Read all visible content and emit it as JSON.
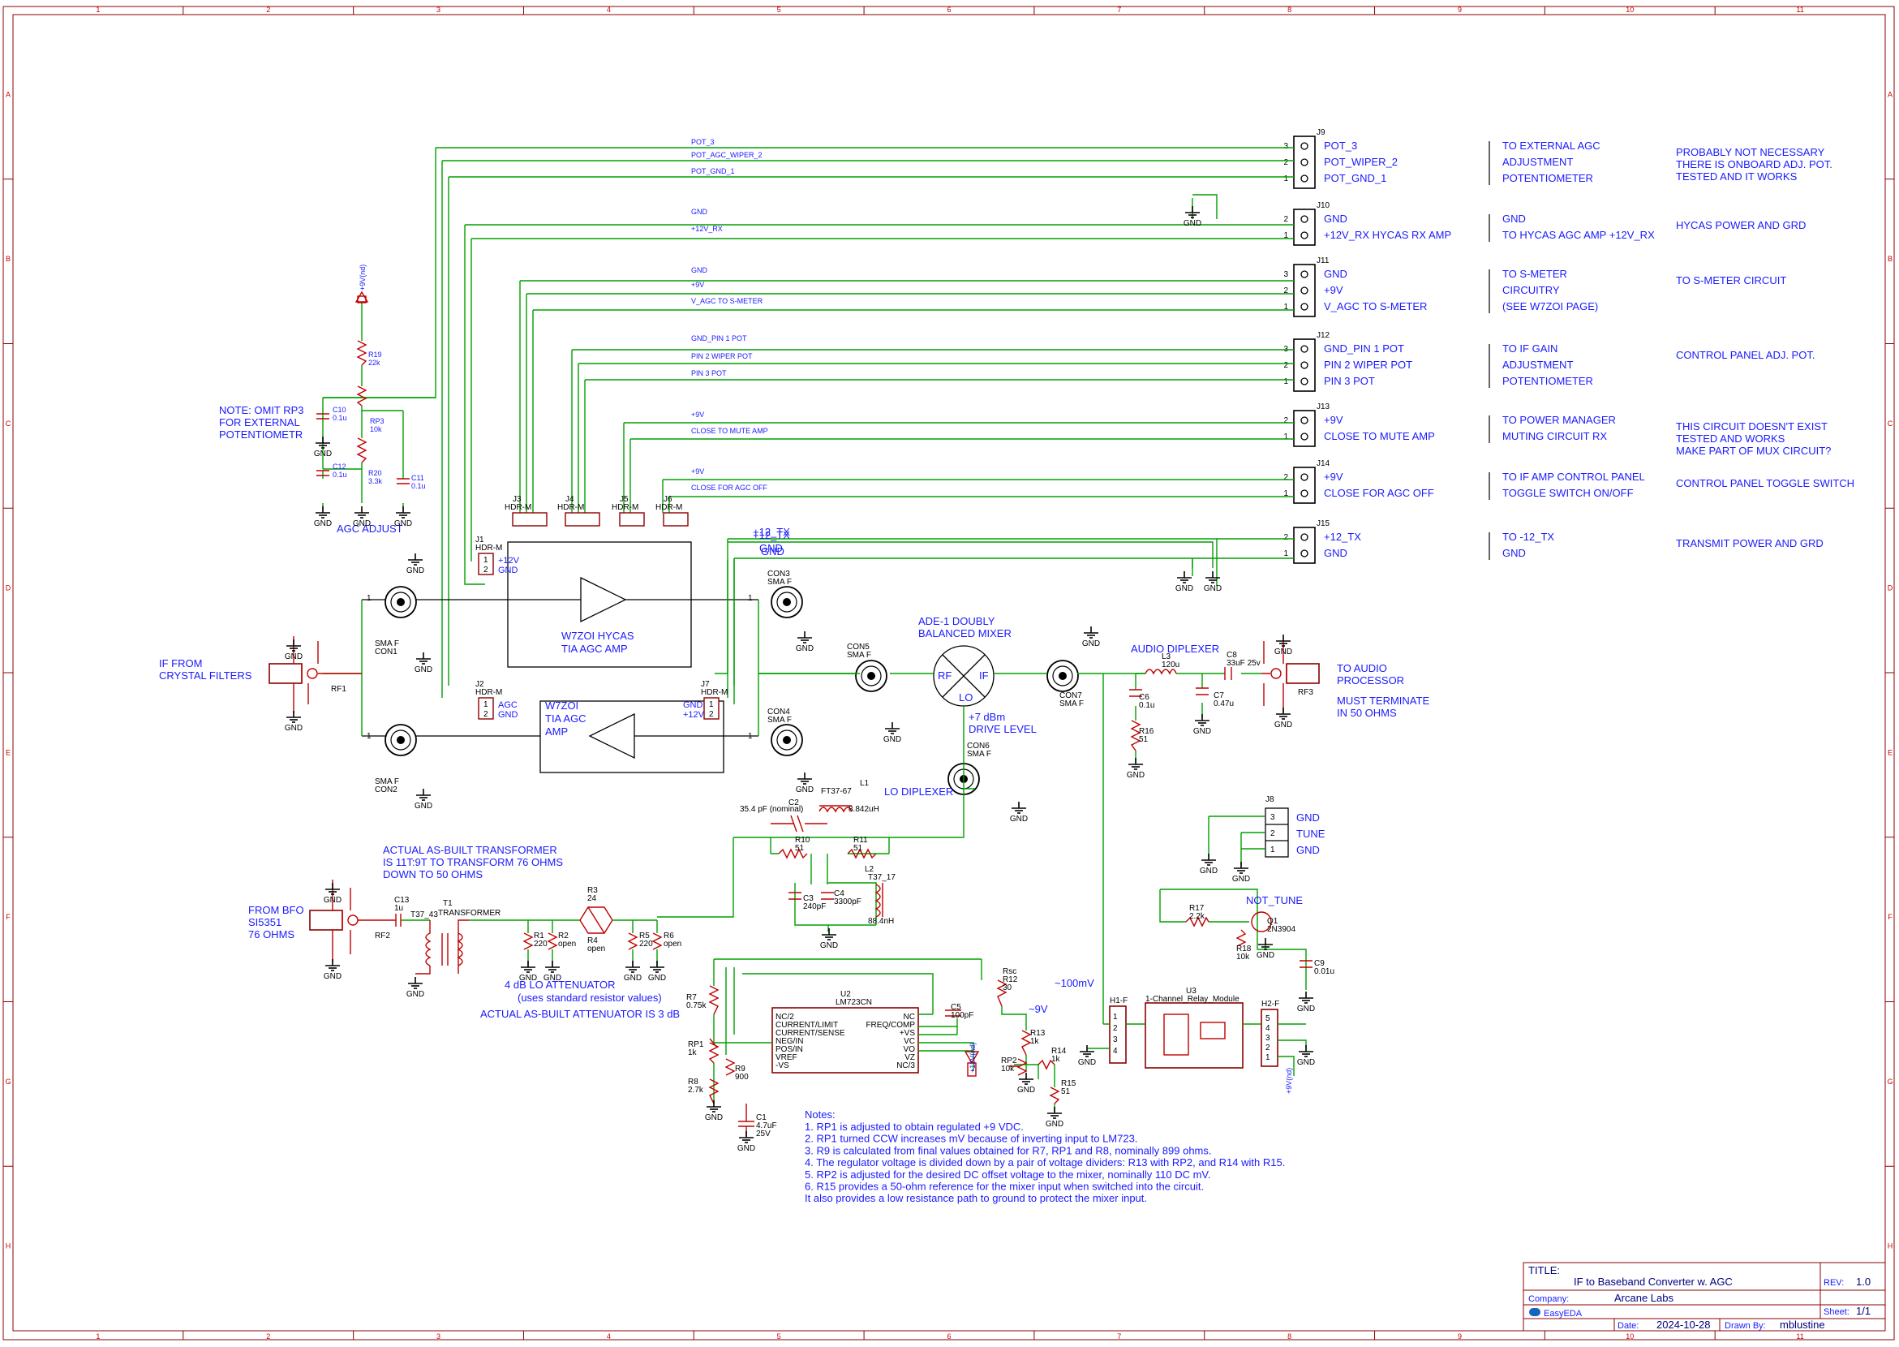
{
  "frame": {
    "col_labels": [
      "1",
      "2",
      "3",
      "4",
      "5",
      "6",
      "7",
      "8",
      "9",
      "10",
      "11"
    ],
    "row_labels": [
      "A",
      "B",
      "C",
      "D",
      "E",
      "F",
      "G",
      "H"
    ]
  },
  "connectors": [
    {
      "ref": "J9",
      "pins": [
        "3",
        "2",
        "1"
      ],
      "nets": [
        "POT_3",
        "POT_WIPER_2",
        "POT_GND_1"
      ],
      "dest": [
        "TO EXTERNAL AGC",
        "ADJUSTMENT",
        "POTENTIOMETER"
      ],
      "note": [
        "PROBABLY NOT NECESSARY",
        "THERE IS ONBOARD ADJ. POT.",
        "TESTED AND IT WORKS"
      ]
    },
    {
      "ref": "J10",
      "pins": [
        "2",
        "1"
      ],
      "nets": [
        "GND",
        "+12V_RX HYCAS RX AMP"
      ],
      "dest": [
        "GND",
        "TO HYCAS AGC AMP +12V_RX"
      ],
      "note": [
        "HYCAS POWER AND GRD"
      ]
    },
    {
      "ref": "J11",
      "pins": [
        "3",
        "2",
        "1"
      ],
      "nets": [
        "GND",
        "+9V",
        "V_AGC TO S-METER"
      ],
      "dest": [
        "TO S-METER",
        "CIRCUITRY",
        "(SEE W7ZOI PAGE)"
      ],
      "note": [
        "TO S-METER CIRCUIT"
      ]
    },
    {
      "ref": "J12",
      "pins": [
        "3",
        "2",
        "1"
      ],
      "nets": [
        "GND_PIN 1 POT",
        "PIN 2 WIPER POT",
        "PIN 3 POT"
      ],
      "dest": [
        "TO IF GAIN",
        "ADJUSTMENT",
        "POTENTIOMETER"
      ],
      "note": [
        "CONTROL PANEL ADJ. POT."
      ]
    },
    {
      "ref": "J13",
      "pins": [
        "2",
        "1"
      ],
      "nets": [
        "+9V",
        "CLOSE TO MUTE AMP"
      ],
      "dest": [
        "TO POWER MANAGER",
        "MUTING CIRCUIT RX"
      ],
      "note": [
        "THIS CIRCUIT DOESN'T EXIST",
        "TESTED AND WORKS",
        "MAKE PART OF MUX CIRCUIT?"
      ]
    },
    {
      "ref": "J14",
      "pins": [
        "2",
        "1"
      ],
      "nets": [
        "+9V",
        "CLOSE FOR AGC OFF"
      ],
      "dest": [
        "TO IF AMP CONTROL PANEL",
        "TOGGLE SWITCH ON/OFF"
      ],
      "note": [
        "CONTROL PANEL TOGGLE SWITCH"
      ]
    },
    {
      "ref": "J15",
      "pins": [
        "2",
        "1"
      ],
      "nets": [
        "+12_TX",
        "GND"
      ],
      "dest": [
        "TO  -12_TX",
        "GND"
      ],
      "note": [
        "TRANSMIT POWER AND GRD"
      ]
    }
  ],
  "bus_labels": [
    "POT_3",
    "POT_AGC_WIPER_2",
    "POT_GND_1",
    "GND",
    "+12V_RX",
    "GND",
    "+9V",
    "V_AGC TO S-METER",
    "GND_PIN 1 POT",
    "PIN 2 WIPER POT",
    "PIN 3 POT",
    "+9V",
    "CLOSE TO MUTE AMP",
    "+9V",
    "CLOSE FOR AGC OFF",
    "+12_TX",
    "GND"
  ],
  "agc": {
    "note": [
      "NOTE: OMIT RP3",
      "FOR EXTERNAL",
      "POTENTIOMETR"
    ],
    "title": "AGC ADJUST",
    "parts": {
      "R19": [
        "R19",
        "22k"
      ],
      "RP3": [
        "RP3",
        "10k"
      ],
      "R20": [
        "R20",
        "3.3k"
      ],
      "C10": [
        "C10",
        "0.1u"
      ],
      "C12": [
        "C12",
        "0.1u"
      ],
      "C11": [
        "C11",
        "0.1u"
      ]
    },
    "port": "+9V(nd)"
  },
  "hdr": [
    {
      "ref": "J3",
      "type": "HDR-M"
    },
    {
      "ref": "J4",
      "type": "HDR-M"
    },
    {
      "ref": "J5",
      "type": "HDR-M"
    },
    {
      "ref": "J6",
      "type": "HDR-M"
    },
    {
      "ref": "J1",
      "type": "HDR-M",
      "pins": [
        "+12V",
        "GND"
      ]
    },
    {
      "ref": "J2",
      "type": "HDR-M",
      "pins": [
        "AGC",
        "GND"
      ]
    },
    {
      "ref": "J7",
      "type": "HDR-M",
      "pins": [
        "GND",
        "+12V"
      ]
    }
  ],
  "blocks": {
    "hycas": [
      "W7ZOI HYCAS",
      "TIA AGC AMP"
    ],
    "tia": [
      "W7ZOI",
      "TIA AGC",
      "AMP"
    ]
  },
  "rf": {
    "if_from": [
      "IF FROM",
      "CRYSTAL FILTERS"
    ],
    "rf1": "RF1",
    "con1": [
      "SMA F",
      "CON1"
    ],
    "con2": [
      "SMA F",
      "CON2"
    ],
    "con3": [
      "CON3",
      "SMA F"
    ],
    "con4": [
      "CON4",
      "SMA F"
    ],
    "con5": [
      "CON5",
      "SMA F"
    ],
    "con6": [
      "CON6",
      "SMA F"
    ],
    "con7": [
      "CON7",
      "SMA F"
    ],
    "mixer_title": [
      "ADE-1 DOUBLY",
      "BALANCED MIXER"
    ],
    "mixer_ports": [
      "RF",
      "IF",
      "LO"
    ],
    "drive": [
      "+7 dBm",
      "DRIVE LEVEL"
    ],
    "net_12tx": "+12_TX",
    "net_gnd": "GND"
  },
  "audio": {
    "title": "AUDIO DIPLEXER",
    "to": [
      "TO AUDIO",
      "PROCESSOR"
    ],
    "term": [
      "MUST TERMINATE",
      "IN 50 OHMS"
    ],
    "parts": {
      "L3": [
        "L3",
        "120u"
      ],
      "C8": [
        "C8",
        "33uF 25v"
      ],
      "C6": [
        "C6",
        "0.1u"
      ],
      "C7": [
        "C7",
        "0.47u"
      ],
      "R16": [
        "R16",
        "51"
      ],
      "RF3": "RF3"
    }
  },
  "lo": {
    "title": "LO DIPLEXER",
    "parts": {
      "C2": [
        "C2",
        "35.4 pF (nominal)"
      ],
      "L1": [
        "L1",
        "FT37-67",
        "8.842uH"
      ],
      "R10": [
        "R10",
        "51"
      ],
      "R11": [
        "R11",
        "51"
      ],
      "L2": [
        "L2",
        "T37_17",
        "88.4nH"
      ],
      "C3": [
        "C3",
        "240pF"
      ],
      "C4": [
        "C4",
        "3300pF"
      ]
    }
  },
  "bfo": {
    "transformer_note": [
      "ACTUAL AS-BUILT TRANSFORMER",
      "IS 11T:9T TO TRANSFORM 76 OHMS",
      "DOWN TO 50 OHMS"
    ],
    "from": [
      "FROM BFO",
      "SI5351",
      "76 OHMS"
    ],
    "rf2": "RF2",
    "c13": [
      "C13",
      "1u"
    ],
    "t1": [
      "T37_43",
      "T1",
      "TRANSFORMER"
    ],
    "atten": [
      "4 dB LO ATTENUATOR",
      "(uses standard resistor values)",
      "ACTUAL AS-BUILT ATTENUATOR IS 3 dB"
    ],
    "parts": {
      "R1": [
        "R1",
        "220"
      ],
      "R2": [
        "R2",
        "open"
      ],
      "R3": [
        "R3",
        "24"
      ],
      "R4": [
        "R4",
        "open"
      ],
      "R5": [
        "R5",
        "220"
      ],
      "R6": [
        "R6",
        "open"
      ]
    }
  },
  "tune": {
    "j8": "J8",
    "pins": [
      "GND",
      "TUNE",
      "GND"
    ],
    "title": "NOT_TUNE",
    "parts": {
      "R17": [
        "R17",
        "2.2k"
      ],
      "R18": [
        "R18",
        "10k"
      ],
      "Q1": [
        "Q1",
        "2N3904"
      ],
      "C9": [
        "C9",
        "0.01u"
      ]
    }
  },
  "relay": {
    "h1": "H1-F",
    "h2": "H2-F",
    "u3": [
      "U3",
      "1-Channel_Relay_Module"
    ],
    "v100": "~100mV",
    "port": "+9V(nd)"
  },
  "regulator": {
    "u2": [
      "U2",
      "LM723CN"
    ],
    "pins_left": [
      "NC/2",
      "CURRENT/LIMIT",
      "CURRENT/SENSE",
      "NEG/IN",
      "POS/IN",
      "VREF",
      "-VS"
    ],
    "pins_right": [
      "NC",
      "FREQ/COMP",
      "+VS",
      "VC",
      "VO",
      "VZ",
      "NC/3"
    ],
    "parts": {
      "R7": [
        "R7",
        "0.75k"
      ],
      "RP1": [
        "RP1",
        "1k"
      ],
      "R8": [
        "R8",
        "2.7k"
      ],
      "R9": [
        "R9",
        "900"
      ],
      "C1": [
        "C1",
        "4.7uF",
        "25V"
      ],
      "C5": [
        "C5",
        "100pF"
      ],
      "R12": [
        "Rsc",
        "R12",
        "30"
      ],
      "R13": [
        "R13",
        "1k"
      ],
      "RP2": [
        "RP2",
        "10k"
      ],
      "R14": [
        "R14",
        "1k"
      ],
      "R15": [
        "R15",
        "51"
      ]
    },
    "v9": "~9V",
    "port": "+12V(nd)"
  },
  "notes": {
    "heading": "Notes:",
    "lines": [
      "1. RP1 is adjusted to obtain regulated +9 VDC.",
      "2. RP1 turned CCW increases mV because of inverting input to LM723.",
      "3. R9 is calculated from final values obtained for R7, RP1 and R8, nominally 899 ohms.",
      "4. The regulator voltage is divided down by a pair of voltage dividers: R13 with RP2, and R14 with R15.",
      "5. RP2 is adjusted for the desired DC offset voltage to the mixer, nominally 110 DC mV.",
      "6. R15 provides a 50-ohm reference for the mixer input when switched into the circuit.",
      "It also provides a low resistance path to ground to protect the mixer input."
    ]
  },
  "title_block": {
    "title_label": "TITLE:",
    "title": "IF to Baseband Converter w. AGC",
    "rev_label": "REV:",
    "rev": "1.0",
    "company_label": "Company:",
    "company": "Arcane Labs",
    "sheet_label": "Sheet:",
    "sheet": "1/1",
    "date_label": "Date:",
    "date": "2024-10-28",
    "drawn_label": "Drawn By:",
    "drawn": "mblustine",
    "logo": "EasyEDA"
  },
  "gnd_label": "GND"
}
